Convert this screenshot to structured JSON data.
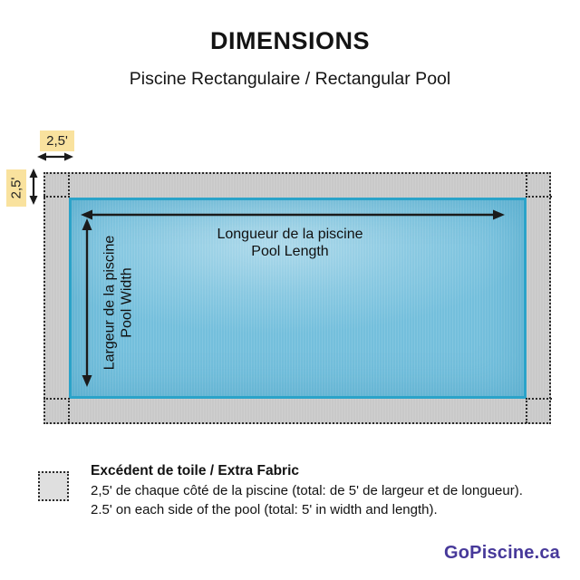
{
  "title": "DIMENSIONS",
  "subtitle": "Piscine Rectangulaire / Rectangular Pool",
  "diagram": {
    "top_margin_label": "2,5'",
    "left_margin_label": "2,5'",
    "length_label_fr": "Longueur de la piscine",
    "length_label_en": "Pool Length",
    "width_label_fr": "Largeur de la piscine",
    "width_label_en": "Pool Width"
  },
  "legend": {
    "heading": "Excédent de toile /  Extra Fabric",
    "line_fr": "2,5' de chaque côté de la piscine (total: de 5' de largeur et de longueur).",
    "line_en": "2.5' on each side of the pool (total: 5' in width and length)."
  },
  "footer": {
    "logo_text": "GoPiscine.ca"
  },
  "colors": {
    "pool_fill": "#74BFDC",
    "pool_border": "#2BA3C9",
    "fabric_fill": "#C9C9C9",
    "label_bg": "#F9E29E",
    "logo": "#47399A",
    "arrow": "#1B1B1B"
  }
}
